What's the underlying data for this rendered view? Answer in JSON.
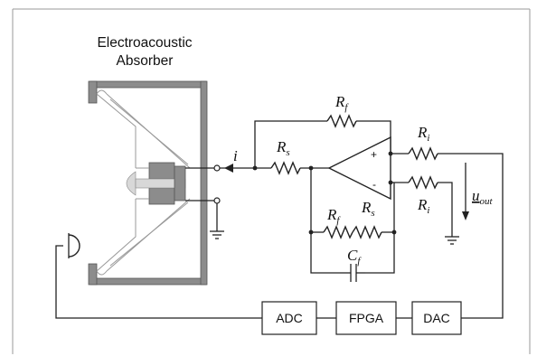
{
  "title": {
    "line1": "Electroacoustic",
    "line2": "Absorber"
  },
  "labels": {
    "current": "i",
    "rf_top": {
      "main": "R",
      "sub": "f"
    },
    "rs_input": {
      "main": "R",
      "sub": "s"
    },
    "ri_top": {
      "main": "R",
      "sub": "i"
    },
    "ri_bottom": {
      "main": "R",
      "sub": "i"
    },
    "rf_bottom": {
      "main": "R",
      "sub": "f"
    },
    "rs_bottom": {
      "main": "R",
      "sub": "s"
    },
    "cf": {
      "main": "C",
      "sub": "f"
    },
    "uout": {
      "main": "u",
      "sub": "out"
    },
    "plus": "+",
    "minus": "-"
  },
  "blocks": {
    "adc": "ADC",
    "fpga": "FPGA",
    "dac": "DAC"
  }
}
